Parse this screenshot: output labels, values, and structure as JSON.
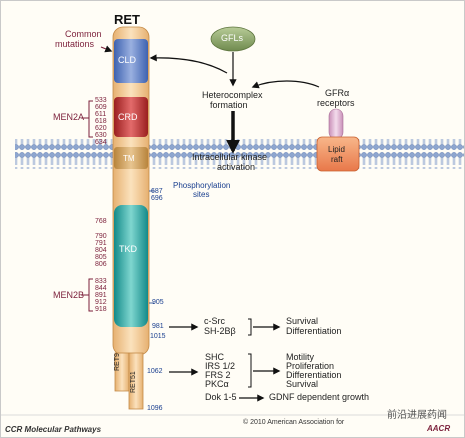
{
  "title": "RET",
  "common_mutations": [
    "Common",
    "mutations"
  ],
  "domains": {
    "cld": "CLD",
    "crd": "CRD",
    "tm": "TM",
    "tkd": "TKD",
    "ret9": "RET9",
    "ret51": "RET51"
  },
  "men2a": {
    "label": "MEN2A",
    "residues": [
      "533",
      "609",
      "611",
      "618",
      "620",
      "630",
      "634"
    ]
  },
  "men2b": {
    "label": "MEN2B",
    "residues": [
      "833",
      "844",
      "891",
      "912",
      "918"
    ]
  },
  "tkd_mutations": [
    "768",
    "790",
    "791",
    "804",
    "805",
    "806"
  ],
  "phosphorylation": {
    "label": [
      "Phosphorylation",
      "sites"
    ],
    "sites_upper": [
      "687",
      "696"
    ],
    "site_905": "905",
    "site_981": "981",
    "site_1015": "1015",
    "site_1062": "1062",
    "site_1096": "1096"
  },
  "ligands": {
    "gfls": "GFLs",
    "heterocomplex": [
      "Heterocomplex",
      "formation"
    ],
    "gfra": [
      "GFRα",
      "receptors"
    ],
    "lipid_raft": [
      "Lipid",
      "raft"
    ]
  },
  "kinase": [
    "Intracellular kinase",
    "activation"
  ],
  "pathway_981": {
    "adaptors": [
      "c-Src",
      "SH-2Bβ"
    ],
    "outcomes": [
      "Survival",
      "Differentiation"
    ]
  },
  "pathway_1062": {
    "adaptors": [
      "SHC",
      "IRS 1/2",
      "FRS 2",
      "PKCα"
    ],
    "outcomes": [
      "Motility",
      "Proliferation",
      "Differentiation",
      "Survival"
    ]
  },
  "pathway_1096": {
    "adaptor": "Dok 1-5",
    "outcome": "GDNF dependent growth"
  },
  "footer": {
    "left": "CCR Molecular Pathways",
    "copyright": "© 2010 American Association for",
    "watermark": "前沿进展药闻",
    "logo": "AACR"
  },
  "colors": {
    "maroon": "#7b1f3a",
    "blue": "#1a3f8f",
    "cld": "#5d7ec2",
    "crd": "#b42a2a",
    "tm": "#c99a52",
    "tkd": "#1fa3a0",
    "receptor": "#f2c48c",
    "raft": "#f29a66",
    "gfra": "#e3b8d4",
    "gfls": "#8aa36a",
    "membrane": "#9bb0d2"
  }
}
